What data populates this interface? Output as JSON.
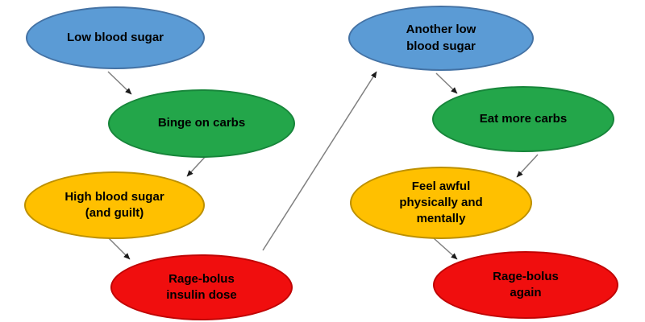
{
  "diagram": {
    "type": "flowchart-cycle",
    "topic": "Rage-bolus blood sugar cycle",
    "nodes": [
      {
        "id": "low-blood-sugar",
        "label": "Low blood sugar",
        "fill": "#5B9BD5",
        "border": "#4472A4",
        "text_color": "#000000"
      },
      {
        "id": "binge-on-carbs",
        "label": "Binge on carbs",
        "fill": "#23A64A",
        "border": "#17853A",
        "text_color": "#000000"
      },
      {
        "id": "high-blood-sugar",
        "label": "High blood sugar\n(and guilt)",
        "fill": "#FFC000",
        "border": "#BD9000",
        "text_color": "#000000"
      },
      {
        "id": "rage-bolus-insulin-dose",
        "label": "Rage-bolus\ninsulin dose",
        "fill": "#F00E0E",
        "border": "#C00404",
        "text_color": "#000000"
      },
      {
        "id": "another-low-blood-sugar",
        "label": "Another low\nblood sugar",
        "fill": "#5B9BD5",
        "border": "#4472A4",
        "text_color": "#000000"
      },
      {
        "id": "eat-more-carbs",
        "label": "Eat more carbs",
        "fill": "#23A64A",
        "border": "#17853A",
        "text_color": "#000000"
      },
      {
        "id": "feel-awful",
        "label": "Feel awful\nphysically and\nmentally",
        "fill": "#FFC000",
        "border": "#BD9000",
        "text_color": "#000000"
      },
      {
        "id": "rage-bolus-again",
        "label": "Rage-bolus\nagain",
        "fill": "#F00E0E",
        "border": "#C00404",
        "text_color": "#000000"
      }
    ],
    "edges": [
      {
        "from": "low-blood-sugar",
        "to": "binge-on-carbs"
      },
      {
        "from": "binge-on-carbs",
        "to": "high-blood-sugar"
      },
      {
        "from": "high-blood-sugar",
        "to": "rage-bolus-insulin-dose"
      },
      {
        "from": "rage-bolus-insulin-dose",
        "to": "another-low-blood-sugar"
      },
      {
        "from": "another-low-blood-sugar",
        "to": "eat-more-carbs"
      },
      {
        "from": "eat-more-carbs",
        "to": "feel-awful"
      },
      {
        "from": "feel-awful",
        "to": "rage-bolus-again"
      }
    ],
    "arrow_line_color": "#808080",
    "arrow_head_color": "#1a1a1a",
    "background_color": "#ffffff"
  }
}
